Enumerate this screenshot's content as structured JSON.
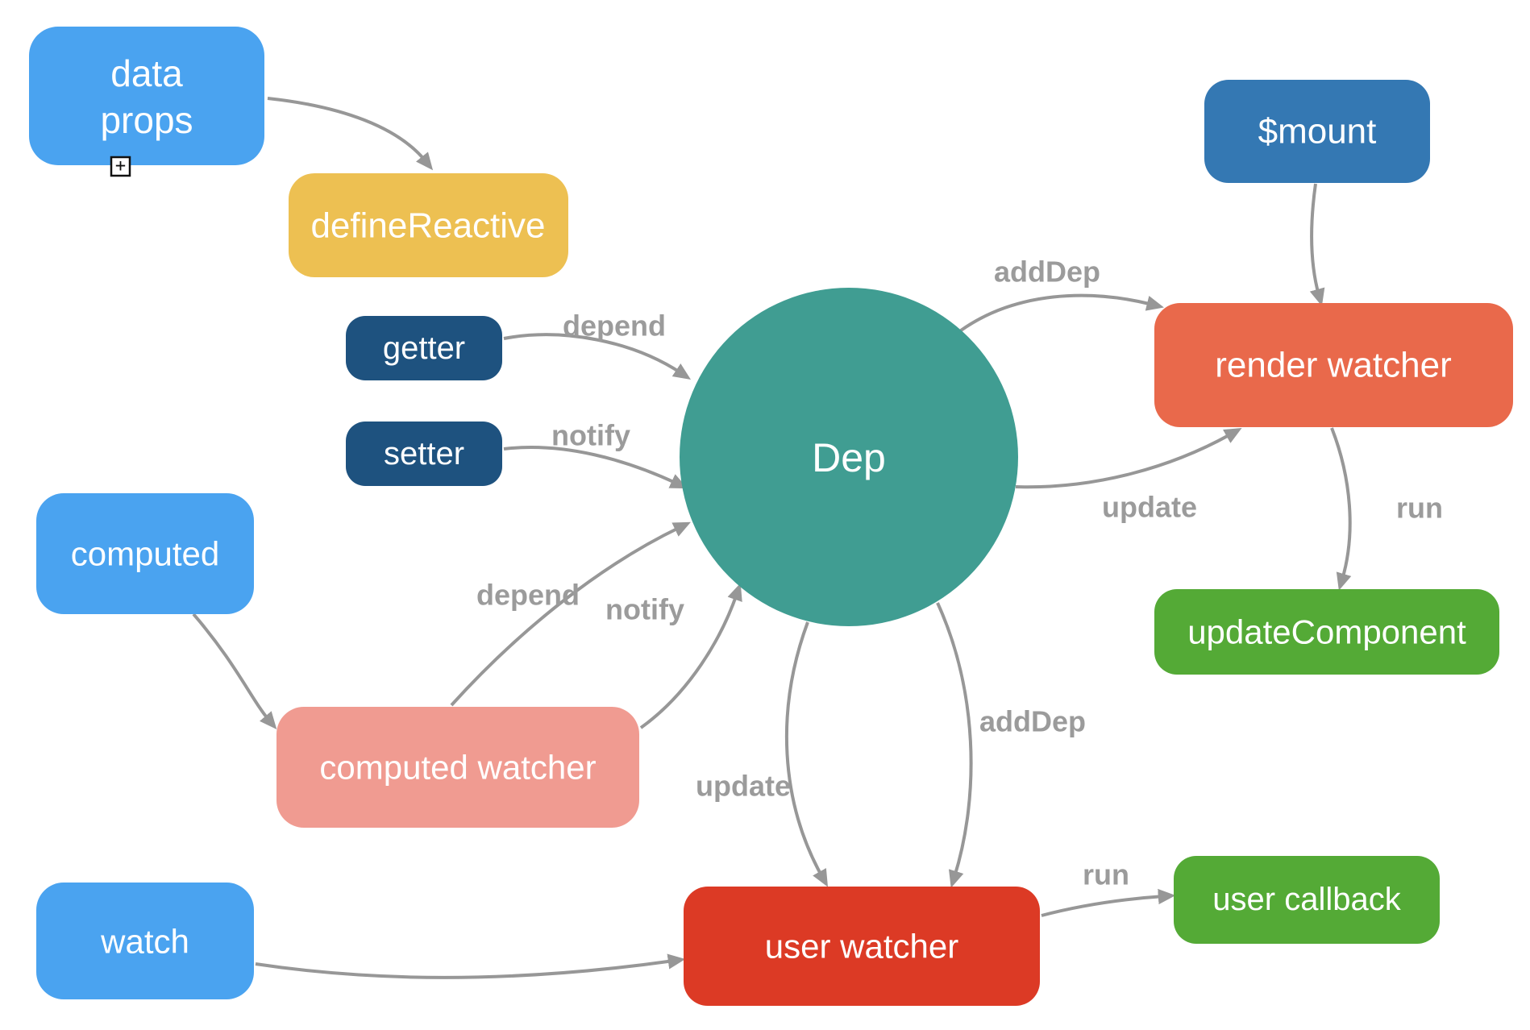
{
  "diagram": {
    "background": "#ffffff",
    "edge_color": "#979797",
    "edge_label_color": "#9b9b9b",
    "nodes": {
      "data_props": {
        "lines": [
          "data",
          "props"
        ],
        "color": "#4aa3f0"
      },
      "define_reactive": {
        "label": "defineReactive",
        "color": "#edc052"
      },
      "getter": {
        "label": "getter",
        "color": "#1e527f"
      },
      "setter": {
        "label": "setter",
        "color": "#1e527f"
      },
      "computed": {
        "label": "computed",
        "color": "#4aa3f0"
      },
      "computed_watcher": {
        "label": "computed watcher",
        "color": "#f09b91"
      },
      "watch": {
        "label": "watch",
        "color": "#4aa3f0"
      },
      "dep": {
        "label": "Dep",
        "color": "#409d92"
      },
      "mount": {
        "label": "$mount",
        "color": "#3478b3"
      },
      "render_watcher": {
        "label": "render watcher",
        "color": "#e9694b"
      },
      "update_component": {
        "label": "updateComponent",
        "color": "#54aa36"
      },
      "user_watcher": {
        "label": "user watcher",
        "color": "#dc3a25"
      },
      "user_callback": {
        "label": "user callback",
        "color": "#54aa36"
      }
    },
    "edge_labels": {
      "getter_dep": "depend",
      "setter_dep": "notify",
      "dep_render_watcher_adddep": "addDep",
      "dep_render_watcher_update": "update",
      "render_watcher_update_component": "run",
      "computed_watcher_dep_depend": "depend",
      "computed_watcher_dep_notify": "notify",
      "dep_user_watcher_update": "update",
      "dep_user_watcher_adddep": "addDep",
      "user_watcher_user_callback": "run"
    },
    "expand_icon": {
      "glyph": "+"
    }
  }
}
